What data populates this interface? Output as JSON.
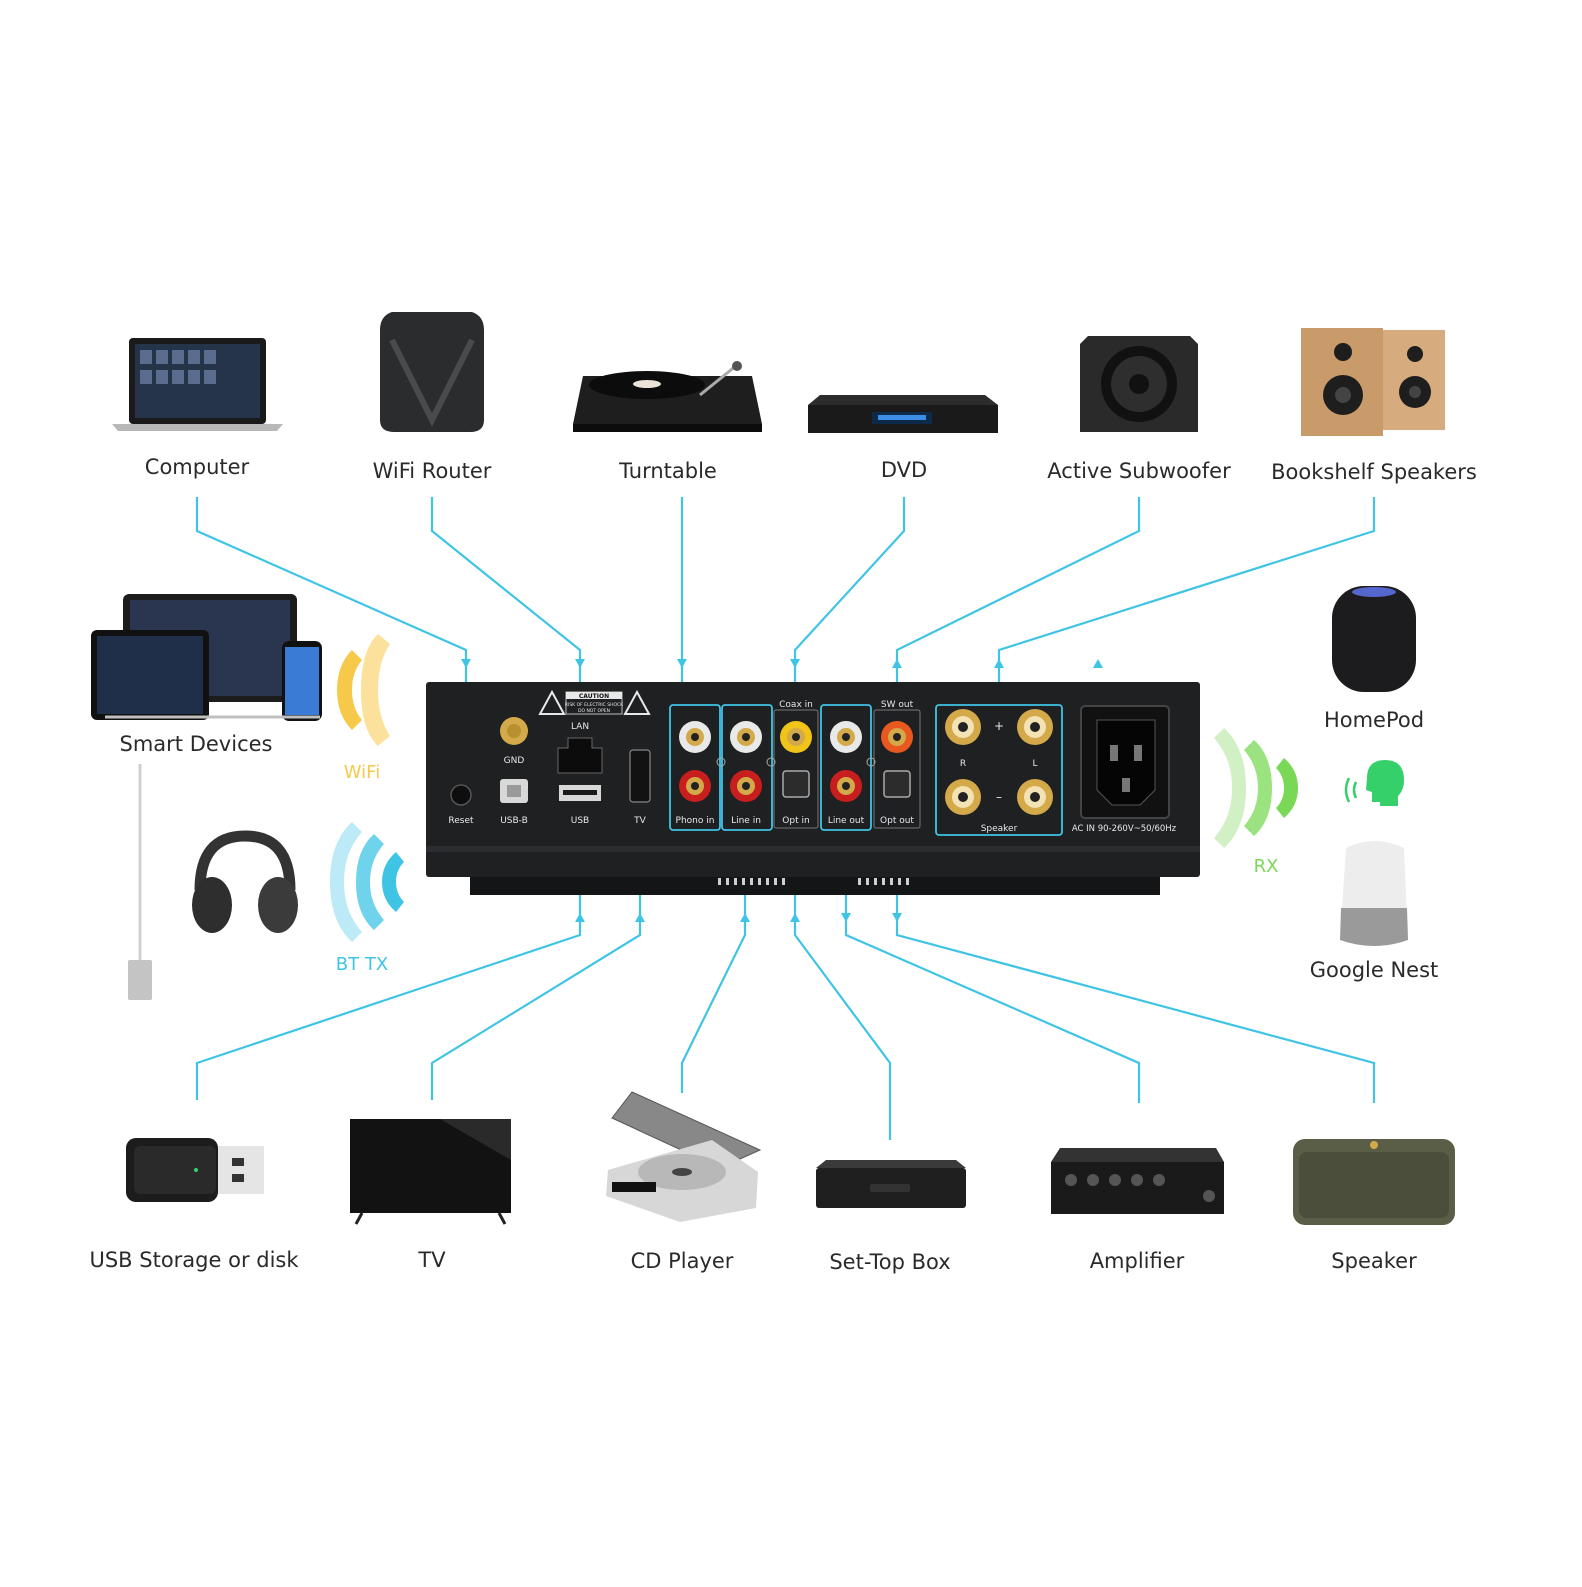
{
  "colors": {
    "connector": "#3fc4e6",
    "wifi": "#f7c94b",
    "bluetooth": "#3fc4e6",
    "receive": "#7ad857",
    "panel": "#1f2022",
    "rca_red": "#c81e1e",
    "rca_white": "#e9e9e9",
    "gold": "#d4a94a"
  },
  "devices_top": {
    "computer": "Computer",
    "wifi_router": "WiFi Router",
    "turntable": "Turntable",
    "dvd": "DVD",
    "subwoofer": "Active Subwoofer",
    "bookshelf": "Bookshelf Speakers"
  },
  "devices_bottom": {
    "usb": "USB Storage or disk",
    "tv": "TV",
    "cd": "CD Player",
    "settop": "Set-Top Box",
    "amplifier": "Amplifier",
    "speaker": "Speaker"
  },
  "devices_side": {
    "smart": "Smart Devices",
    "homepod": "HomePod",
    "nest": "Google Nest"
  },
  "signals": {
    "wifi": "WiFi",
    "bt_tx": "BT TX",
    "rx": "RX"
  },
  "panel": {
    "caution": "CAUTION",
    "caution_sub1": "RISK OF ELECTRIC SHOCK",
    "caution_sub2": "DO NOT OPEN",
    "gnd": "GND",
    "lan": "LAN",
    "reset": "Reset",
    "usb_b": "USB-B",
    "usb": "USB",
    "tv": "TV",
    "phono_in": "Phono in",
    "line_in": "Line in",
    "coax_in": "Coax in",
    "opt_in": "Opt in",
    "line_out": "Line out",
    "sw_out": "SW out",
    "opt_out": "Opt out",
    "speaker": "Speaker",
    "r": "R",
    "l": "L",
    "plus": "+",
    "minus": "–",
    "ac_in": "AC IN 90-260V~50/60Hz"
  }
}
